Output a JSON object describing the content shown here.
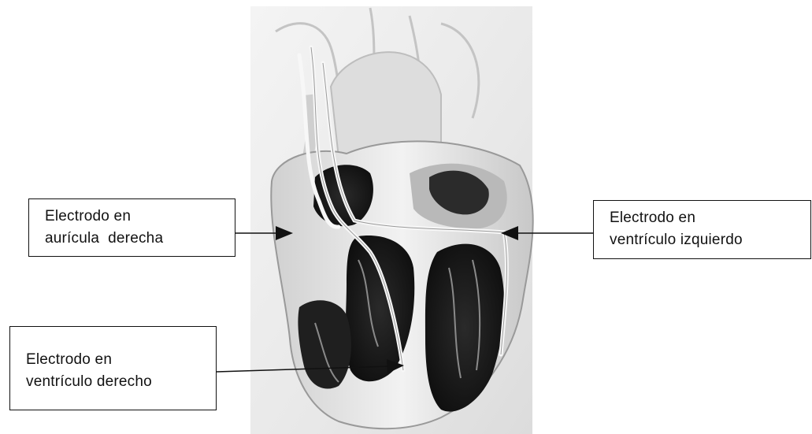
{
  "labels": {
    "right_atrium": {
      "line1": "Electrodo en",
      "line2": "aurícula  derecha"
    },
    "left_ventricle": {
      "line1": "Electrodo en",
      "line2": "ventrículo izquierdo"
    },
    "right_ventricle": {
      "line1": "Electrodo en",
      "line2": "ventrículo derecho"
    }
  },
  "icons": [
    "heart-illustration",
    "arrow-right-icon",
    "arrow-left-icon"
  ],
  "colors": {
    "line": "#111111",
    "heart_shadow": "#1c1c1c",
    "heart_light": "#efefef",
    "background": "#ffffff"
  }
}
